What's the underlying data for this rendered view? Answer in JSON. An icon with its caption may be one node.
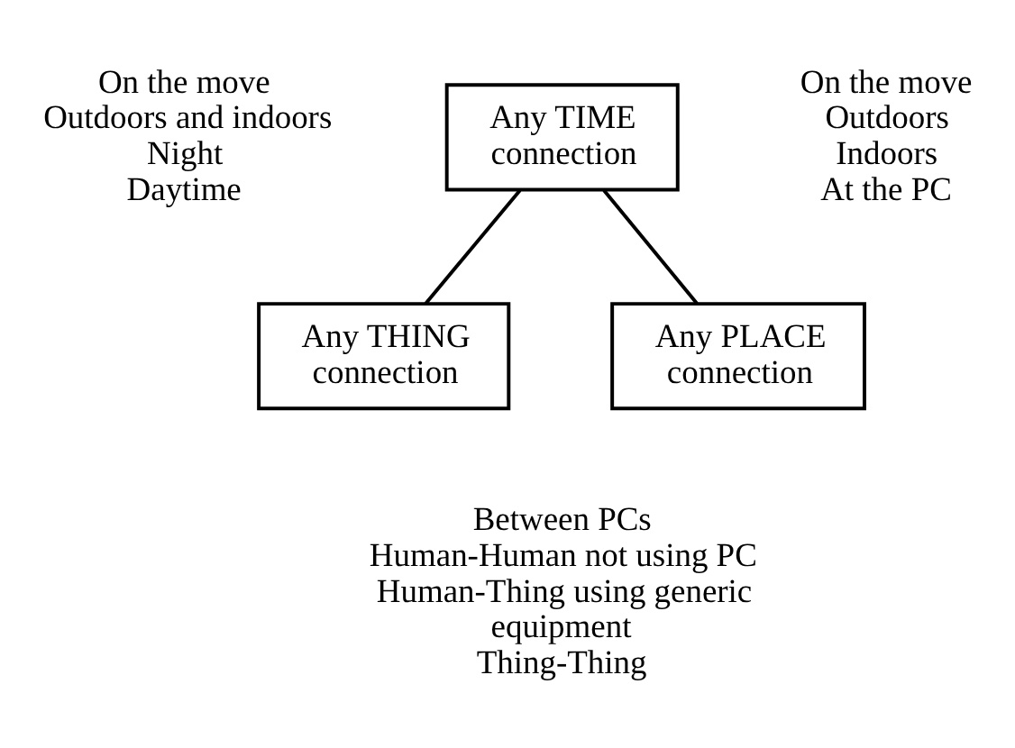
{
  "diagram": {
    "nodes": [
      {
        "text": [
          "Any TIME connection"
        ]
      },
      {
        "text": [
          "Any THING connection"
        ]
      },
      {
        "text": [
          "Any PLACE connection"
        ]
      }
    ],
    "edges": [
      {
        "from": 0,
        "to": 1,
        "arrow": "none"
      },
      {
        "from": 0,
        "to": 2,
        "arrow": "none"
      }
    ],
    "labels": [
      "On the move",
      "Outdoors and indoors",
      "Night",
      "Daytime",
      "On the move",
      "Outdoors",
      "Indoors",
      "At the PC",
      "Between PCs",
      "Human-Human not using PC",
      "Human-Thing using generic equipment",
      "Thing-Thing"
    ]
  }
}
